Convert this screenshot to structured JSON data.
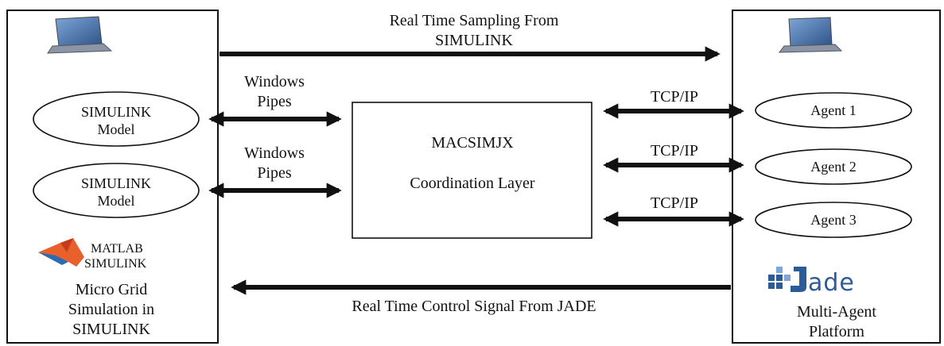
{
  "top_arrow": {
    "line1": "Real Time Sampling From",
    "line2": "SIMULINK"
  },
  "bottom_arrow": {
    "label": "Real Time Control Signal From JADE"
  },
  "left_panel": {
    "model1": {
      "line1": "SIMULINK",
      "line2": "Model"
    },
    "model2": {
      "line1": "SIMULINK",
      "line2": "Model"
    },
    "pipe1": {
      "line1": "Windows",
      "line2": "Pipes"
    },
    "pipe2": {
      "line1": "Windows",
      "line2": "Pipes"
    },
    "logo": {
      "line1": "MATLAB",
      "line2": "SIMULINK"
    },
    "caption": {
      "line1": "Micro Grid",
      "line2": "Simulation in",
      "line3": "SIMULINK"
    }
  },
  "center_box": {
    "title": "MACSIMJX",
    "subtitle": "Coordination Layer"
  },
  "right_panel": {
    "tcp1": "TCP/IP",
    "tcp2": "TCP/IP",
    "tcp3": "TCP/IP",
    "agent1": "Agent 1",
    "agent2": "Agent 2",
    "agent3": "Agent 3",
    "logo": "ade",
    "caption": {
      "line1": "Multi-Agent",
      "line2": "Platform"
    }
  },
  "colors": {
    "laptop_screen": "#4a6fa5",
    "laptop_body": "#8a96a8",
    "jade_blue": "#2c5c97",
    "matlab_orange": "#e8602c"
  }
}
